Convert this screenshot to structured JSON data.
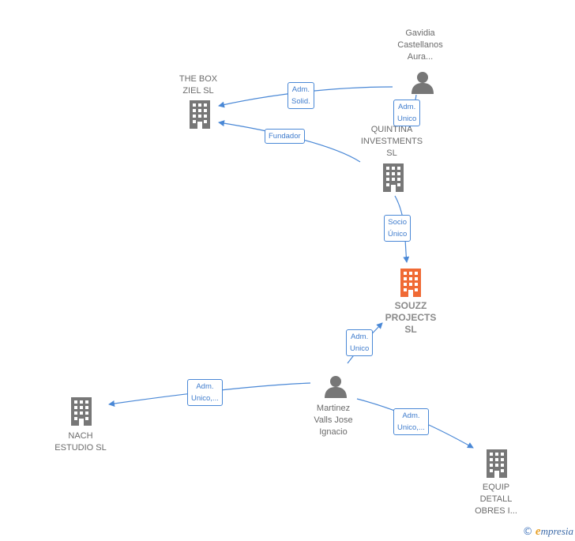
{
  "colors": {
    "edge": "#4a88d6",
    "node_gray": "#777777",
    "focus_company": "#f06a35"
  },
  "nodes": {
    "gavidia": "Gavidia\nCastellanos\nAura...",
    "the_box": "THE BOX\nZIEL  SL",
    "quintina": "QUINTINA\nINVESTMENTS\nSL",
    "souzz": "SOUZZ\nPROJECTS\nSL",
    "martinez": "Martinez\nValls Jose\nIgnacio",
    "nach": "NACH\nESTUDIO  SL",
    "equip": "EQUIP\nDETALL\nOBRES I..."
  },
  "edges": {
    "gavidia_thebox": "Adm.\nSolid.",
    "gavidia_quintina": "Adm.\nUnico",
    "quintina_thebox": "Fundador",
    "quintina_souzz": "Socio\nÚnico",
    "martinez_souzz": "Adm.\nUnico",
    "martinez_nach": "Adm.\nUnico,...",
    "martinez_equip": "Adm.\nUnico,..."
  },
  "footer": {
    "copyright": "©",
    "brand_initial": "e",
    "brand_rest": "mpresia"
  }
}
